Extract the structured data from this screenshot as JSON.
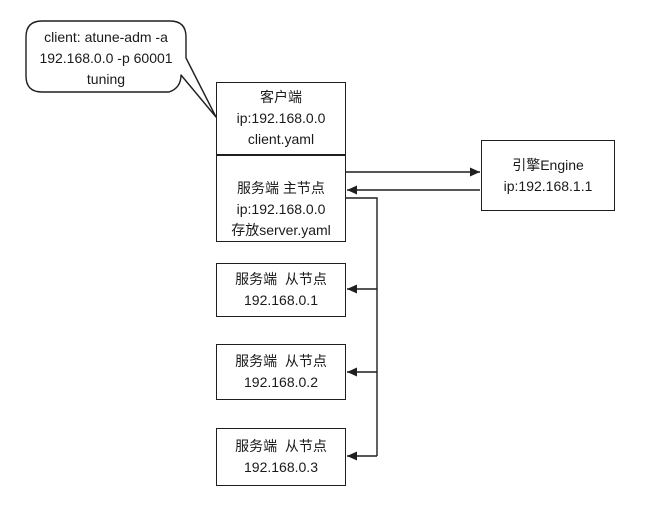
{
  "diagram": {
    "callout": {
      "lines": [
        "client: atune-adm -a",
        "192.168.0.0 -p 60001",
        "tuning"
      ]
    },
    "nodes": {
      "client": {
        "lines": [
          "客户端",
          "ip:192.168.0.0",
          "client.yaml"
        ]
      },
      "server_master": {
        "lines": [
          "服务端 主节点",
          "ip:192.168.0.0",
          "存放server.yaml"
        ]
      },
      "engine": {
        "lines": [
          "引擎Engine",
          "ip:192.168.1.1"
        ]
      },
      "slave1": {
        "lines": [
          "服务端  从节点",
          "192.168.0.1"
        ]
      },
      "slave2": {
        "lines": [
          "服务端  从节点",
          "192.168.0.2"
        ]
      },
      "slave3": {
        "lines": [
          "服务端  从节点",
          "192.168.0.3"
        ]
      }
    },
    "colors": {
      "line": "#1f1f1f",
      "text": "#1a1a1a",
      "background": "#ffffff"
    }
  }
}
